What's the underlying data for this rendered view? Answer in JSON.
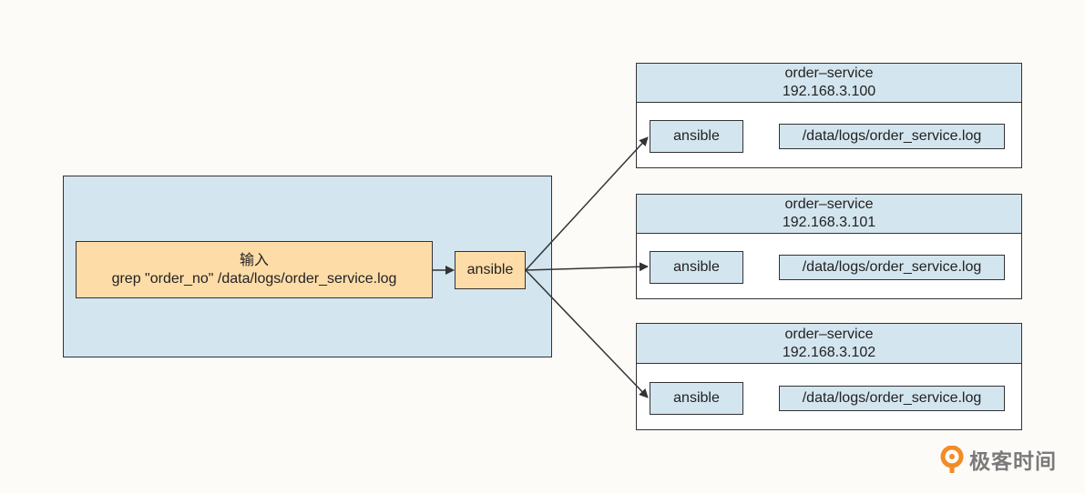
{
  "client": {
    "input_title": "输入",
    "input_command": "grep \"order_no\" /data/logs/order_service.log",
    "ansible_label": "ansible"
  },
  "servers": [
    {
      "name": "order–service",
      "ip": "192.168.3.100",
      "agent": "ansible",
      "log_path": "/data/logs/order_service.log"
    },
    {
      "name": "order–service",
      "ip": "192.168.3.101",
      "agent": "ansible",
      "log_path": "/data/logs/order_service.log"
    },
    {
      "name": "order–service",
      "ip": "192.168.3.102",
      "agent": "ansible",
      "log_path": "/data/logs/order_service.log"
    }
  ],
  "watermark": {
    "text": "极客时间"
  },
  "colors": {
    "node_blue": "#d3e5ee",
    "node_orange": "#fddca8",
    "stroke": "#333333",
    "logo_orange": "#f28c28"
  }
}
